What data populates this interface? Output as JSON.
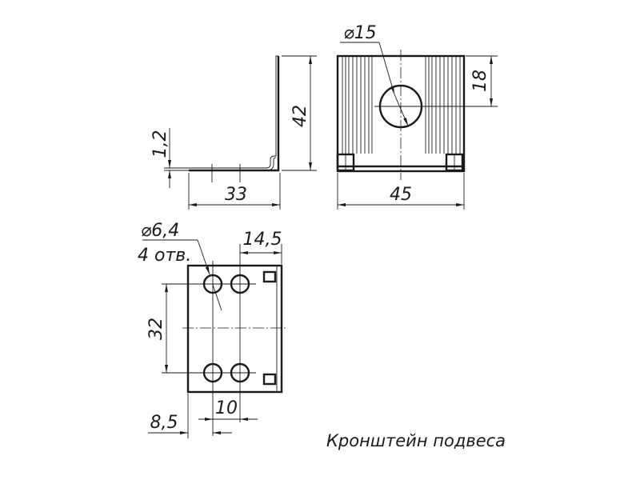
{
  "title": "Кронштейн подвеса",
  "side_view": {
    "height": "42",
    "length": "33",
    "thickness": "1,2"
  },
  "front_view": {
    "hole_diameter": "⌀15",
    "width": "45",
    "hole_offset": "18"
  },
  "plan_view": {
    "hole_diameter": "⌀6,4",
    "hole_count": "4 отв.",
    "hole_spacing_vertical": "32",
    "hole_spacing_horizontal": "10",
    "edge_offset": "8,5",
    "flange_offset": "14,5"
  }
}
